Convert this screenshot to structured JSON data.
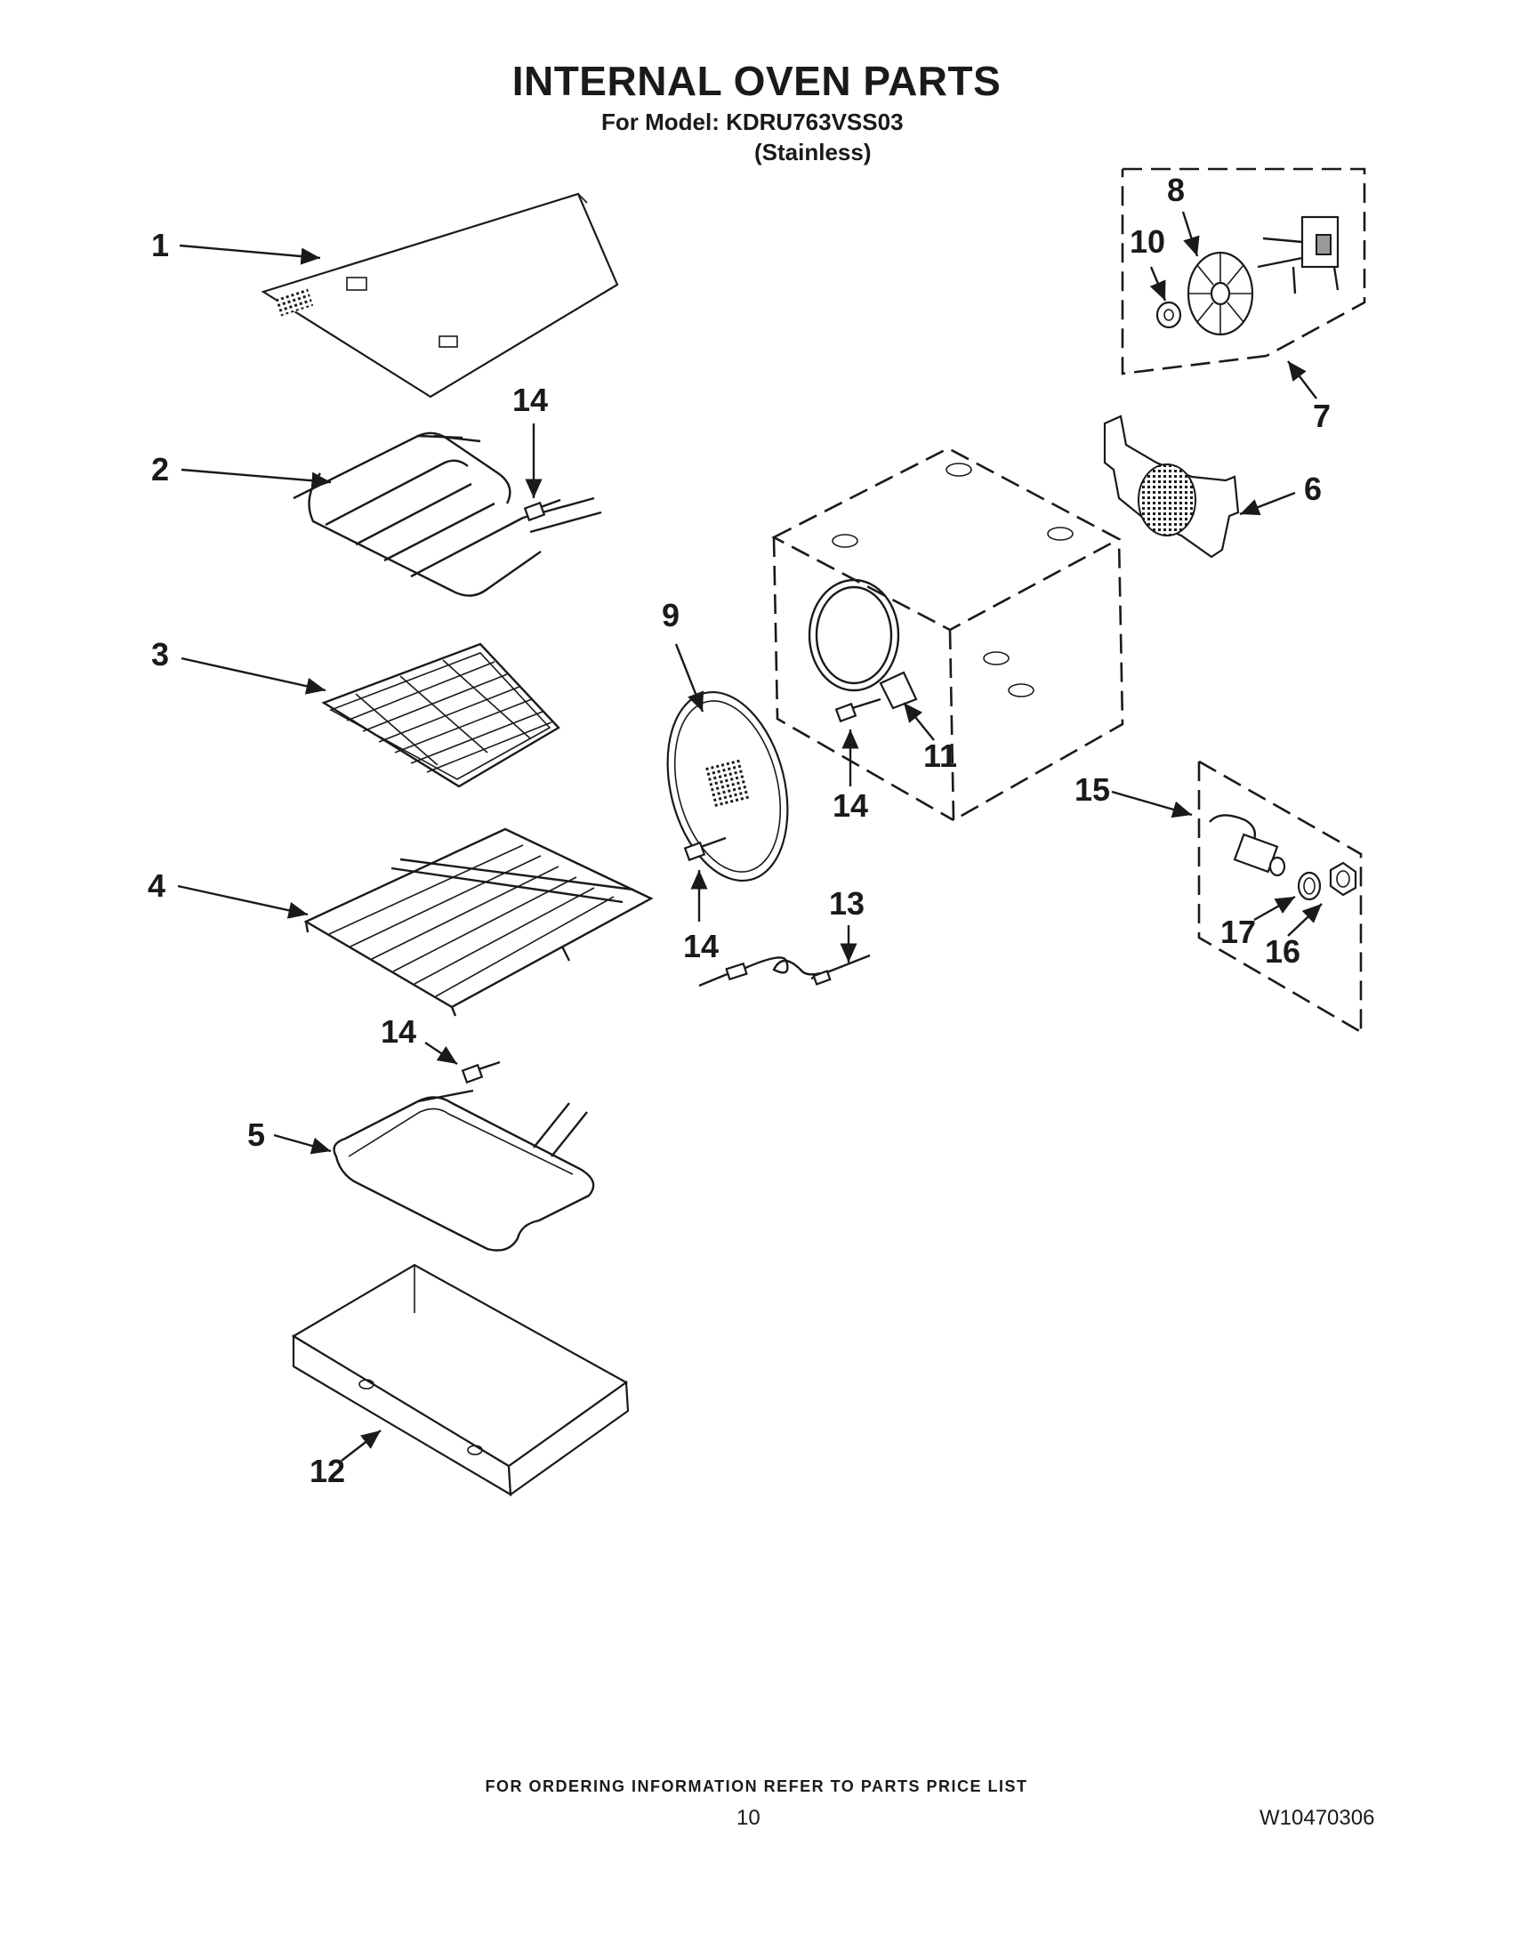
{
  "header": {
    "title": "INTERNAL OVEN PARTS",
    "model_line": "For Model: KDRU763VSS03",
    "variant": "(Stainless)"
  },
  "callouts": {
    "c1": "1",
    "c2": "2",
    "c3": "3",
    "c4": "4",
    "c5": "5",
    "c6": "6",
    "c7": "7",
    "c8": "8",
    "c9": "9",
    "c10": "10",
    "c11": "11",
    "c12": "12",
    "c13": "13",
    "c14a": "14",
    "c14b": "14",
    "c14c": "14",
    "c14d": "14",
    "c15": "15",
    "c16": "16",
    "c17": "17"
  },
  "footer": {
    "note": "FOR ORDERING INFORMATION REFER TO PARTS PRICE LIST",
    "page_number": "10",
    "document_number": "W10470306"
  }
}
